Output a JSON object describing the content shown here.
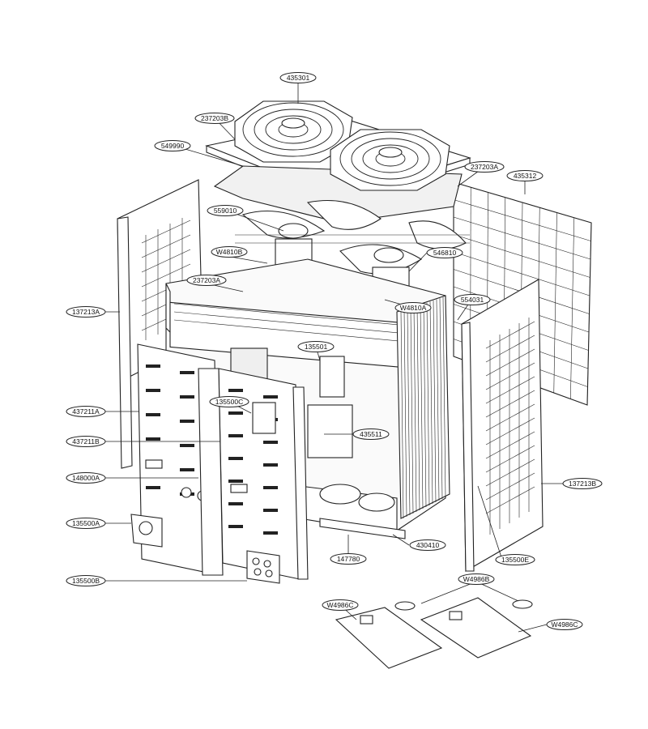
{
  "diagram": {
    "labels": [
      {
        "id": "lbl-435301",
        "text": "435301"
      },
      {
        "id": "lbl-237203b",
        "text": "237203B"
      },
      {
        "id": "lbl-549990",
        "text": "549990"
      },
      {
        "id": "lbl-237203a-top",
        "text": "237203A"
      },
      {
        "id": "lbl-435312",
        "text": "435312"
      },
      {
        "id": "lbl-559010",
        "text": "559010"
      },
      {
        "id": "lbl-w4810b",
        "text": "W4810B"
      },
      {
        "id": "lbl-546810",
        "text": "546810"
      },
      {
        "id": "lbl-237203a-mid",
        "text": "237203A"
      },
      {
        "id": "lbl-w4810a",
        "text": "W4810A"
      },
      {
        "id": "lbl-554031",
        "text": "554031"
      },
      {
        "id": "lbl-137213a",
        "text": "137213A"
      },
      {
        "id": "lbl-135501",
        "text": "135501"
      },
      {
        "id": "lbl-135500c",
        "text": "135500C"
      },
      {
        "id": "lbl-437211a",
        "text": "437211A"
      },
      {
        "id": "lbl-437211b",
        "text": "437211B"
      },
      {
        "id": "lbl-435511",
        "text": "435511"
      },
      {
        "id": "lbl-148000a",
        "text": "148000A"
      },
      {
        "id": "lbl-137213b",
        "text": "137213B"
      },
      {
        "id": "lbl-135500a",
        "text": "135500A"
      },
      {
        "id": "lbl-430410",
        "text": "430410"
      },
      {
        "id": "lbl-147780",
        "text": "147780"
      },
      {
        "id": "lbl-135500e",
        "text": "135500E"
      },
      {
        "id": "lbl-135500b",
        "text": "135500B"
      },
      {
        "id": "lbl-w4986b",
        "text": "W4986B"
      },
      {
        "id": "lbl-w4986c-left",
        "text": "W4986C"
      },
      {
        "id": "lbl-w4986c-right",
        "text": "W4986C"
      }
    ]
  }
}
